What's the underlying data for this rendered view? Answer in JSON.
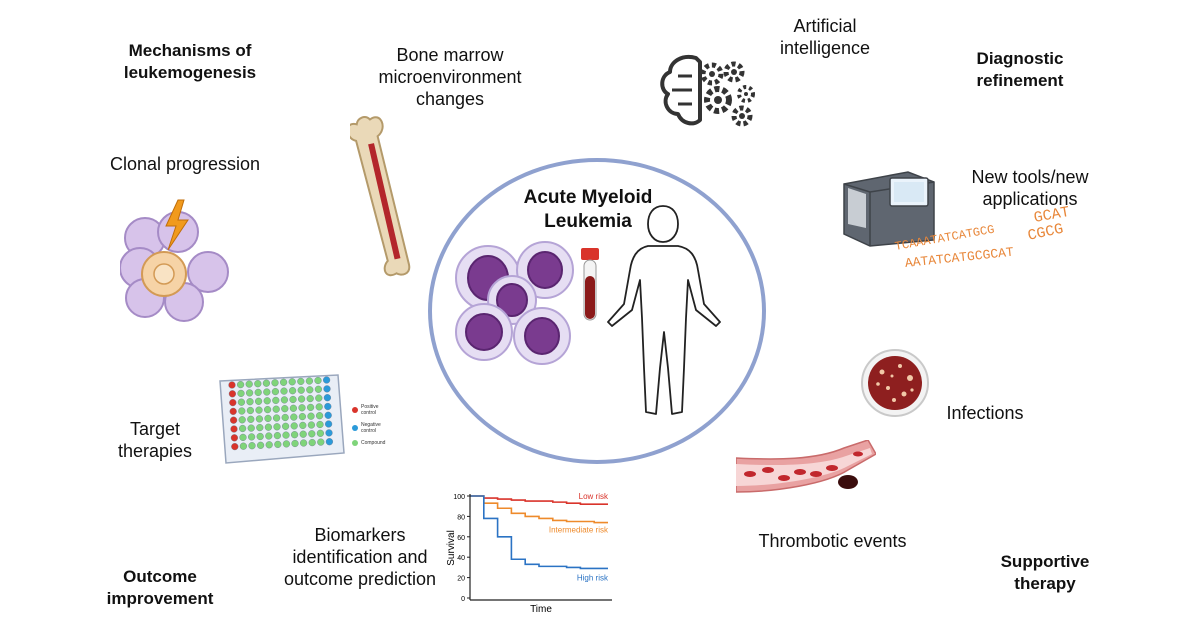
{
  "center": {
    "title_line1": "Acute Myeloid",
    "title_line2": "Leukemia"
  },
  "categories": {
    "mechanisms": {
      "line1": "Mechanisms of",
      "line2": "leukemogenesis"
    },
    "diagnostic": {
      "line1": "Diagnostic",
      "line2": "refinement"
    },
    "outcome": {
      "line1": "Outcome",
      "line2": "improvement"
    },
    "supportive": {
      "line1": "Supportive",
      "line2": "therapy"
    }
  },
  "labels": {
    "bone_marrow": {
      "line1": "Bone marrow",
      "line2": "microenvironment",
      "line3": "changes"
    },
    "clonal": "Clonal progression",
    "ai": {
      "line1": "Artificial",
      "line2": "intelligence"
    },
    "tools": {
      "line1": "New tools/new",
      "line2": "applications"
    },
    "target": {
      "line1": "Target",
      "line2": "therapies"
    },
    "infections": "Infections",
    "thrombotic": "Thrombotic events",
    "biomarkers": {
      "line1": "Biomarkers",
      "line2": "identification and",
      "line3": "outcome prediction"
    }
  },
  "plate_legend": {
    "positive": {
      "line1": "Positive",
      "line2": "control"
    },
    "negative": {
      "line1": "Negative",
      "line2": "control"
    },
    "compound": "Compound"
  },
  "dna_text": [
    "GCAT",
    "CGCG",
    "TCAAATATCATGCG",
    "AATATCATGCGCAT"
  ],
  "chart_data": {
    "type": "line",
    "xlabel": "Time",
    "ylabel": "Survival",
    "ylim": [
      0,
      100
    ],
    "yticks": [
      "0",
      "20",
      "40",
      "60",
      "80",
      "100"
    ],
    "x": [
      0,
      1,
      2,
      3,
      4,
      5,
      6,
      7,
      8,
      9,
      10
    ],
    "series": [
      {
        "name": "Low risk",
        "color": "#d9342b",
        "values": [
          100,
          98,
          97,
          96,
          95,
          95,
          94,
          93,
          92,
          92,
          92
        ]
      },
      {
        "name": "Intermediate risk",
        "color": "#ee8a2b",
        "values": [
          100,
          93,
          88,
          83,
          80,
          78,
          76,
          75,
          75,
          74,
          74
        ]
      },
      {
        "name": "High risk",
        "color": "#2b73c4",
        "values": [
          100,
          78,
          60,
          38,
          33,
          31,
          31,
          30,
          29,
          29,
          29
        ]
      }
    ]
  },
  "colors": {
    "ring": "#8fa1cf",
    "cell_purple": "#7a3b8f",
    "cell_membrane": "#c8b6e2",
    "blood": "#8b1a1a"
  }
}
